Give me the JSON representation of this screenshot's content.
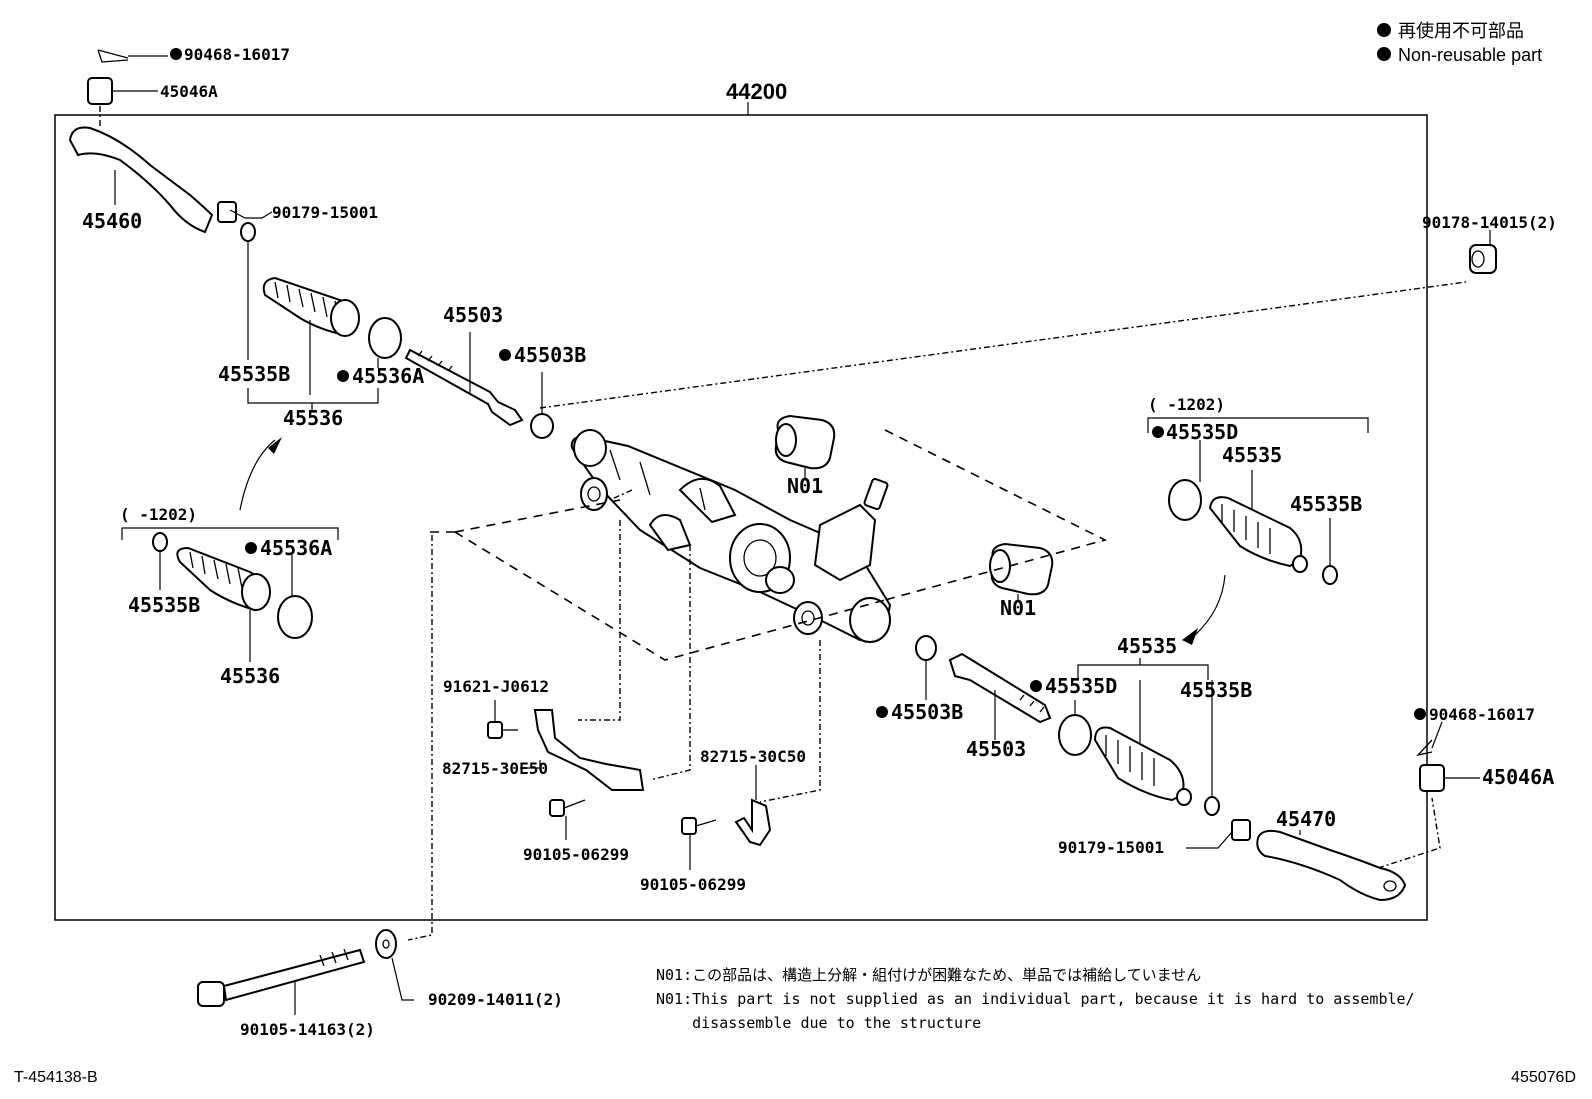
{
  "legend": {
    "jp": "再使用不可部品",
    "en": "Non-reusable part"
  },
  "assembly_label": "44200",
  "parts": {
    "p90468_16017_tl": "90468-16017",
    "p45046A_tl": "45046A",
    "p45460": "45460",
    "p90179_15001_l": "90179-15001",
    "p45503_upper": "45503",
    "p45503B_upper": "45503B",
    "p45535B_upper": "45535B",
    "p45536A_upper": "45536A",
    "p45536_upper": "45536",
    "range_left": "(      -1202)",
    "p45536A_lower": "45536A",
    "p45535B_lower": "45535B",
    "p45536_lower": "45536",
    "n01_a": "N01",
    "n01_b": "N01",
    "p90178_14015": "90178-14015(2)",
    "range_right": "(      -1202)",
    "p45535D_upper": "45535D",
    "p45535_upper": "45535",
    "p45535B_right": "45535B",
    "p45535_lower": "45535",
    "p45535D_lower": "45535D",
    "p45535B_lower_r": "45535B",
    "p45503B_lower": "45503B",
    "p45503_lower": "45503",
    "p91621_J0612": "91621-J0612",
    "p82715_30E50": "82715-30E50",
    "p82715_30C50": "82715-30C50",
    "p90105_06299_a": "90105-06299",
    "p90105_06299_b": "90105-06299",
    "p90179_15001_r": "90179-15001",
    "p45470": "45470",
    "p90468_16017_r": "90468-16017",
    "p45046A_r": "45046A",
    "p90105_14163": "90105-14163(2)",
    "p90209_14011": "90209-14011(2)"
  },
  "notes": {
    "n01_jp": "N01:この部品は、構造上分解・組付けが困難なため、単品では補給していません",
    "n01_en_1": "N01:This part is not supplied as an individual part, because it is hard to assemble/",
    "n01_en_2": "    disassemble due to the structure"
  },
  "footer": {
    "left_ref": "T-454138-B",
    "right_ref": "455076D"
  }
}
